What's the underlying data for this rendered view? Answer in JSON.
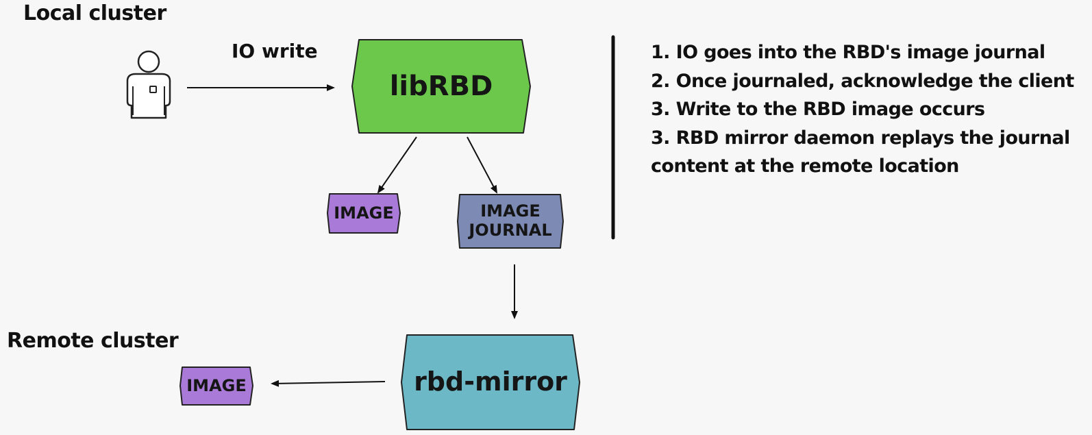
{
  "regions": {
    "local": "Local cluster",
    "remote": "Remote cluster"
  },
  "io_label": "IO write",
  "nodes": {
    "librbd": {
      "label": "libRBD",
      "color": "#6cc84a"
    },
    "local_image": {
      "label": "IMAGE",
      "color": "#a97ad8"
    },
    "image_journal": {
      "line1": "IMAGE",
      "line2": "JOURNAL",
      "color": "#7d8ab4"
    },
    "rbd_mirror": {
      "label": "rbd-mirror",
      "color": "#6cb8c6"
    },
    "remote_image": {
      "label": "IMAGE",
      "color": "#a97ad8"
    }
  },
  "steps": [
    "1. IO goes into the RBD's image journal",
    "2. Once journaled, acknowledge the client",
    "3. Write to the RBD image occurs",
    "3. RBD mirror daemon replays the journal content at the remote location"
  ],
  "user_icon": "user-icon"
}
